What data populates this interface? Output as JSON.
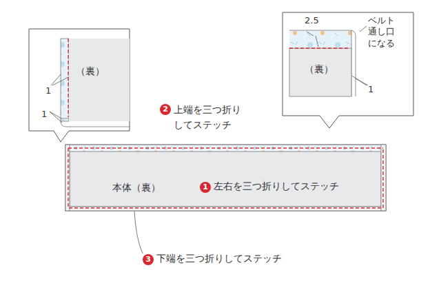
{
  "diagram": {
    "nodes": [
      {
        "text": [
          "本体（裏）"
        ]
      },
      {
        "text": [
          "（裏）"
        ]
      },
      {
        "text": [
          "（裏）"
        ]
      }
    ],
    "labels": [
      "1",
      "1",
      "2.5",
      "ベルト 通し口 になる",
      "1",
      "2",
      "上端を三つ折り してステッチ",
      "1",
      "左右を三つ折りしてステッチ",
      "3",
      "下端を三つ折りしてステッチ"
    ]
  }
}
